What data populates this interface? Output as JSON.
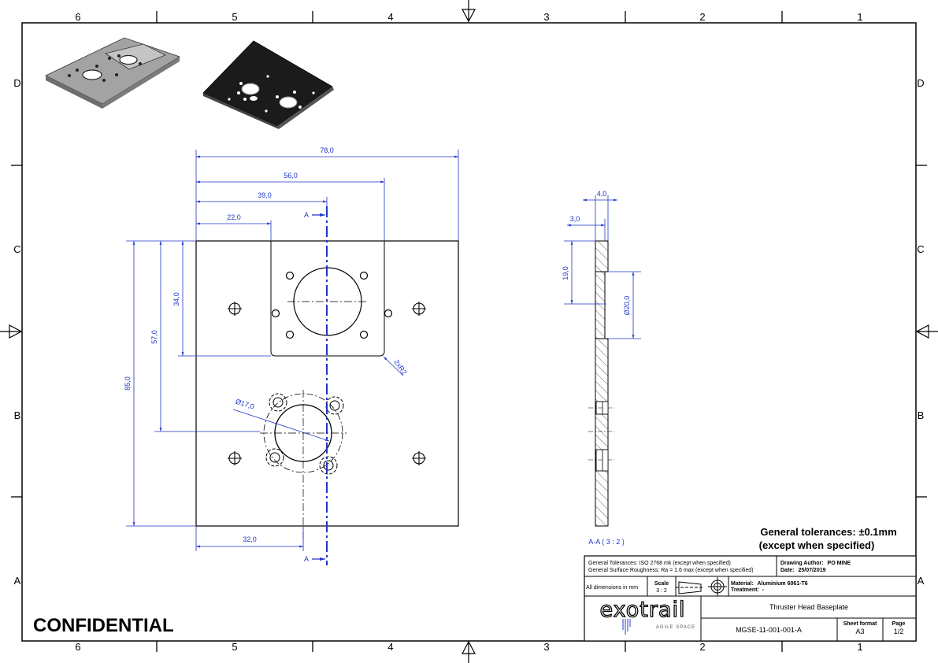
{
  "zone_columns": [
    "6",
    "5",
    "4",
    "3",
    "2",
    "1"
  ],
  "zone_rows": [
    "D",
    "C",
    "B",
    "A"
  ],
  "dimensions": {
    "width_total": "78,0",
    "width_56": "56,0",
    "width_39": "39,0",
    "width_22": "22,0",
    "width_32": "32,0",
    "height_85": "85,0",
    "height_57": "57,0",
    "height_34": "34,0",
    "diameter_17": "Ø17,0",
    "radius": "2xR2",
    "section_label_top": "A",
    "section_label_bottom": "A",
    "side_4": "4,0",
    "side_3": "3,0",
    "side_19": "19,0",
    "side_d20": "Ø20,0"
  },
  "section_view_label": "A-A ( 3 : 2 )",
  "general_tolerances": {
    "line1": "General tolerances: ±0.1mm",
    "line2": "(except when specified)"
  },
  "confidential": "CONFIDENTIAL",
  "title_block": {
    "tol_line1": "General Tolerances: ISO 2768 mk (except when specified)",
    "tol_line2": "General Surface Roughness: Ra = 1.6 max (except when specified)",
    "author_label": "Drawing Author:",
    "author_value": "PO MINE",
    "date_label": "Date:",
    "date_value": "25/07/2019",
    "dims_note": "All dimensions in mm",
    "scale_label": "Scale",
    "scale_value": "3 : 2",
    "material_label": "Material:",
    "material_value": "Aluminium 6061-T6",
    "treatment_label": "Treatment:",
    "treatment_value": "-",
    "logo_text": "exotrail",
    "logo_tagline": "AGILE SPACE",
    "part_title": "Thruster Head Baseplate",
    "part_number": "MGSE-11-001-001-A",
    "sheet_format_label": "Sheet format",
    "sheet_format_value": "A3",
    "page_label": "Page",
    "page_value": "1/2"
  },
  "colors": {
    "dimension": "#1f35c9",
    "line": "#000000",
    "plate_3d_light": "#a0a0a0",
    "plate_3d_dark": "#1a1a1a"
  }
}
